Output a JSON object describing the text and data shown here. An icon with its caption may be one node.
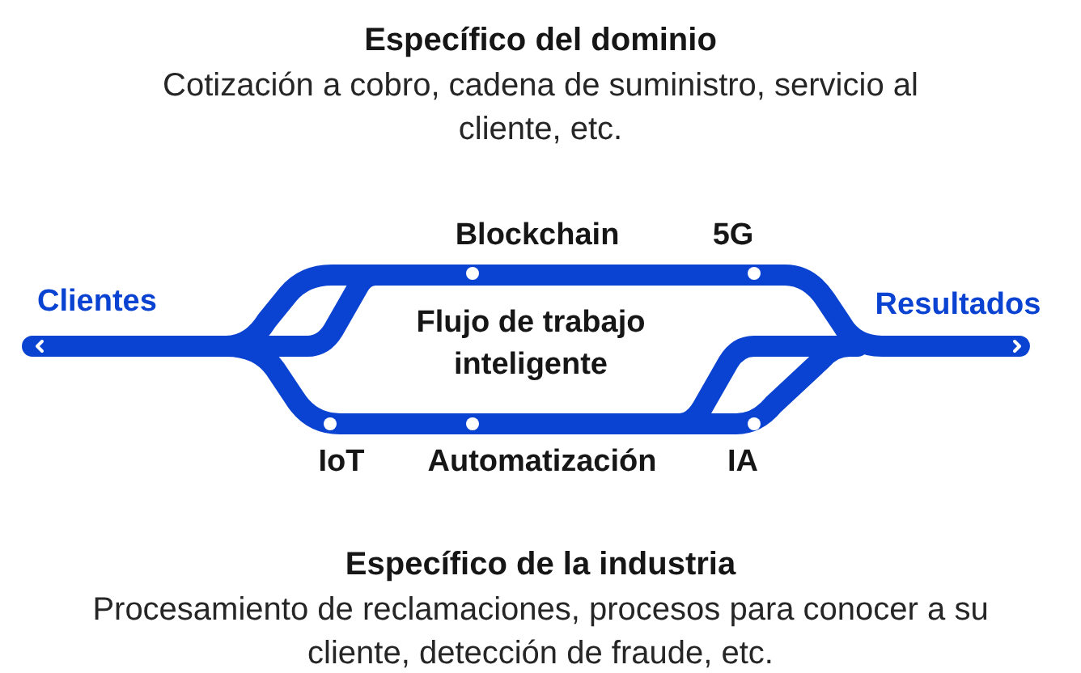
{
  "diagram": {
    "labels": [
      "Específico del dominio",
      "Cotización a cobro, cadena de suministro, servicio al cliente, etc.",
      "Blockchain",
      "5G",
      "Clientes",
      "Flujo de trabajo inteligente",
      "Resultados",
      "IoT",
      "Automatización",
      "IA",
      "Específico de la industria",
      "Procesamiento de reclamaciones, procesos para conocer a su cliente, detección de fraude, etc."
    ]
  }
}
